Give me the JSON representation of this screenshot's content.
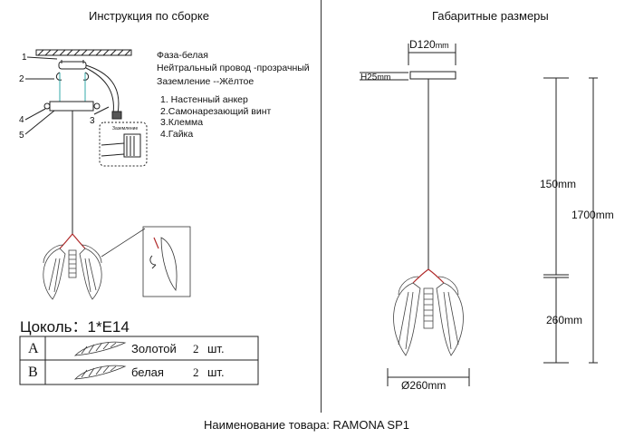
{
  "left_title": "Инструкция по сборке",
  "right_title": "Габаритные размеры",
  "wire_legend": [
    "Фаза-белая",
    "Нейтральный провод -прозрачный",
    "Заземление --Жёлтое"
  ],
  "parts_list": [
    "1. Настенный анкер",
    "2.Самонарезающий винт",
    "3.Клемма",
    "4.Гайка"
  ],
  "callouts": [
    "1",
    "2",
    "3",
    "4",
    "5"
  ],
  "terminal_label": "Заземление",
  "base_label": "Цоколь：1*E14",
  "parts_table": [
    {
      "letter": "A",
      "name": "Золотой",
      "qty": "2",
      "unit": "шт."
    },
    {
      "letter": "B",
      "name": "белая",
      "qty": "2",
      "unit": "шт."
    }
  ],
  "dimensions": {
    "canopy_diameter": "D120",
    "canopy_diameter_unit": "mm",
    "canopy_height": "H25",
    "canopy_height_unit": "mm",
    "shade_height": "150mm",
    "total_height": "1700mm",
    "lamp_height": "260mm",
    "lamp_diameter": "Ø260mm"
  },
  "product_name": "Наименование товара: RAMONA SP1"
}
